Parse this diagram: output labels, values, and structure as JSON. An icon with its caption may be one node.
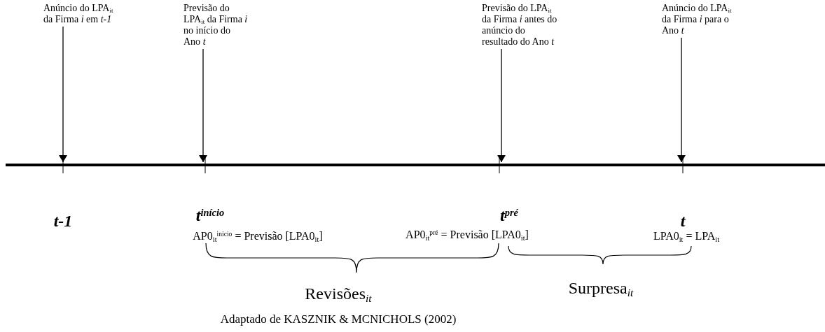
{
  "diagram": {
    "caption": "Adaptado de KASZNIK & MCNICHOLS (2002)",
    "nodes": [
      {
        "text": [
          "Anúncio do LPA$_{it}$ da Firma *i* em *t-1*"
        ]
      },
      {
        "text": [
          "Previsão do LPA$_{it}$ da Firma *i* no início do Ano *t*"
        ]
      },
      {
        "text": [
          "Previsão do LPA$_{it}$ da Firma *i* antes do anúncio do resultado do Ano *t*"
        ]
      },
      {
        "text": [
          "Anúncio do LPA$_{it}$ da Firma *i* para o Ano *t*"
        ]
      }
    ],
    "edges": [
      {
        "from": 0,
        "to": null,
        "arrow": "to"
      },
      {
        "from": 1,
        "to": null,
        "arrow": "to"
      },
      {
        "from": 2,
        "to": null,
        "arrow": "to"
      },
      {
        "from": 3,
        "to": null,
        "arrow": "to"
      }
    ],
    "labels": [
      "t-1",
      "t$^{início}$",
      "t$^{pré}$",
      "t",
      "AP0$_{it}$$^{inicio}$ = Previsão [LPA0$_{it}$]",
      "AP0$_{it}$$^{pré}$ = Previsão [LPA0$_{it}$]",
      "LPA0$_{it}$ = LPA$_{it}$",
      "Revisões$_{it}$",
      "Surpresa$_{it}$"
    ]
  }
}
